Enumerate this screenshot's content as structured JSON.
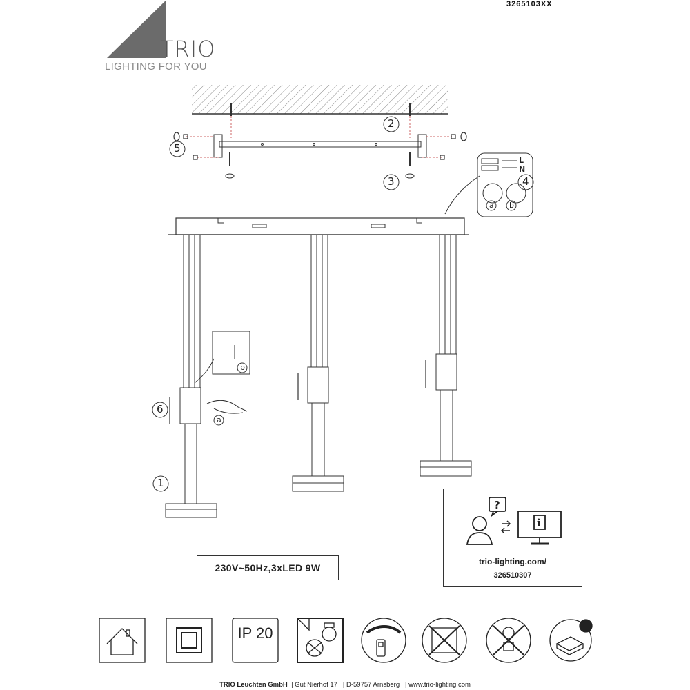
{
  "brand": {
    "name": "TRIO",
    "tagline": "LIGHTING FOR YOU"
  },
  "model_code": "3265103XX",
  "steps": {
    "s1": "1",
    "s2": "2",
    "s3": "3",
    "s4": "4",
    "s5": "5",
    "s6": "6",
    "a": "a",
    "b": "b"
  },
  "wiring": {
    "live": "L",
    "neutral": "N"
  },
  "power_spec": "230V~50Hz,3xLED  9W",
  "info": {
    "url": "trio-lighting.com/",
    "code": "326510307"
  },
  "symbols": {
    "ip_rating": "IP 20",
    "icons": [
      "indoor-use-icon",
      "protection-class-ii-icon",
      "ip20-icon",
      "not-for-bulb-icon",
      "dimmer-icon",
      "no-pattern-icon",
      "no-led-replace-icon",
      "recycle-icon"
    ]
  },
  "footer": {
    "company": "TRIO Leuchten GmbH",
    "address1": "| Gut Nierhof 17",
    "address2": "| D-59757 Arnsberg",
    "web": "| www.trio-lighting.com"
  },
  "colors": {
    "line": "#333333",
    "logo_gray": "#6b6b6b"
  }
}
